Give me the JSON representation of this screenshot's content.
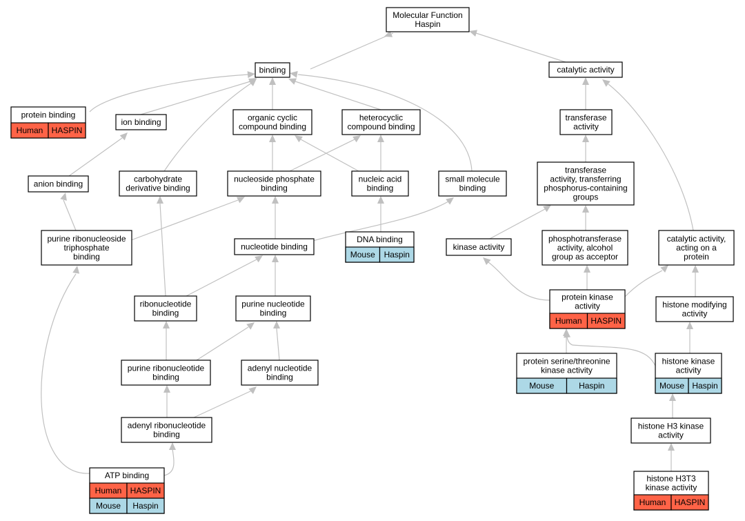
{
  "colors": {
    "human": "#ff6347",
    "mouse": "#add8e6",
    "edge": "#c0c0c0",
    "border": "#000000"
  },
  "nodes": {
    "mf_haspin": {
      "lines": [
        "Molecular Function",
        "Haspin"
      ]
    },
    "binding": {
      "lines": [
        "binding"
      ]
    },
    "catalytic_activity": {
      "lines": [
        "catalytic activity"
      ]
    },
    "protein_binding": {
      "lines": [
        "protein binding"
      ],
      "tags": [
        [
          "Human",
          "HASPIN"
        ]
      ]
    },
    "ion_binding": {
      "lines": [
        "ion binding"
      ]
    },
    "organic_cyclic": {
      "lines": [
        "organic cyclic",
        "compound binding"
      ]
    },
    "heterocyclic": {
      "lines": [
        "heterocyclic",
        "compound binding"
      ]
    },
    "transferase_activity": {
      "lines": [
        "transferase",
        "activity"
      ]
    },
    "anion_binding": {
      "lines": [
        "anion binding"
      ]
    },
    "carbohydrate": {
      "lines": [
        "carbohydrate",
        "derivative binding"
      ]
    },
    "nucleoside_phosphate": {
      "lines": [
        "nucleoside phosphate",
        "binding"
      ]
    },
    "nucleic_acid": {
      "lines": [
        "nucleic acid",
        "binding"
      ]
    },
    "small_molecule": {
      "lines": [
        "small molecule",
        "binding"
      ]
    },
    "transferase_phosphorus": {
      "lines": [
        "transferase",
        "activity, transferring",
        "phosphorus-containing",
        "groups"
      ]
    },
    "purine_rnt_triphosphate": {
      "lines": [
        "purine ribonucleoside",
        "triphosphate",
        "binding"
      ]
    },
    "nucleotide_binding": {
      "lines": [
        "nucleotide binding"
      ]
    },
    "dna_binding": {
      "lines": [
        "DNA binding"
      ],
      "tags": [
        [
          "Mouse",
          "Haspin"
        ]
      ]
    },
    "kinase_activity": {
      "lines": [
        "kinase activity"
      ]
    },
    "phosphotransferase": {
      "lines": [
        "phosphotransferase",
        "activity, alcohol",
        "group as acceptor"
      ]
    },
    "catalytic_protein": {
      "lines": [
        "catalytic activity,",
        "acting on a",
        "protein"
      ]
    },
    "ribonucleotide": {
      "lines": [
        "ribonucleotide",
        "binding"
      ]
    },
    "purine_nucleotide": {
      "lines": [
        "purine nucleotide",
        "binding"
      ]
    },
    "protein_kinase": {
      "lines": [
        "protein kinase",
        "activity"
      ],
      "tags": [
        [
          "Human",
          "HASPIN"
        ]
      ]
    },
    "histone_modifying": {
      "lines": [
        "histone modifying",
        "activity"
      ]
    },
    "purine_ribonucleotide": {
      "lines": [
        "purine ribonucleotide",
        "binding"
      ]
    },
    "adenyl_nucleotide": {
      "lines": [
        "adenyl nucleotide",
        "binding"
      ]
    },
    "ser_thr_kinase": {
      "lines": [
        "protein serine/threonine",
        "kinase activity"
      ],
      "tags": [
        [
          "Mouse",
          "Haspin"
        ]
      ]
    },
    "histone_kinase": {
      "lines": [
        "histone kinase",
        "activity"
      ],
      "tags": [
        [
          "Mouse",
          "Haspin"
        ]
      ]
    },
    "adenyl_ribonucleotide": {
      "lines": [
        "adenyl ribonucleotide",
        "binding"
      ]
    },
    "histone_h3_kinase": {
      "lines": [
        "histone H3 kinase",
        "activity"
      ]
    },
    "atp_binding": {
      "lines": [
        "ATP binding"
      ],
      "tags": [
        [
          "Human",
          "HASPIN"
        ],
        [
          "Mouse",
          "Haspin"
        ]
      ]
    },
    "histone_h3t3_kinase": {
      "lines": [
        "histone H3T3",
        "kinase activity"
      ],
      "tags": [
        [
          "Human",
          "HASPIN"
        ]
      ]
    }
  }
}
